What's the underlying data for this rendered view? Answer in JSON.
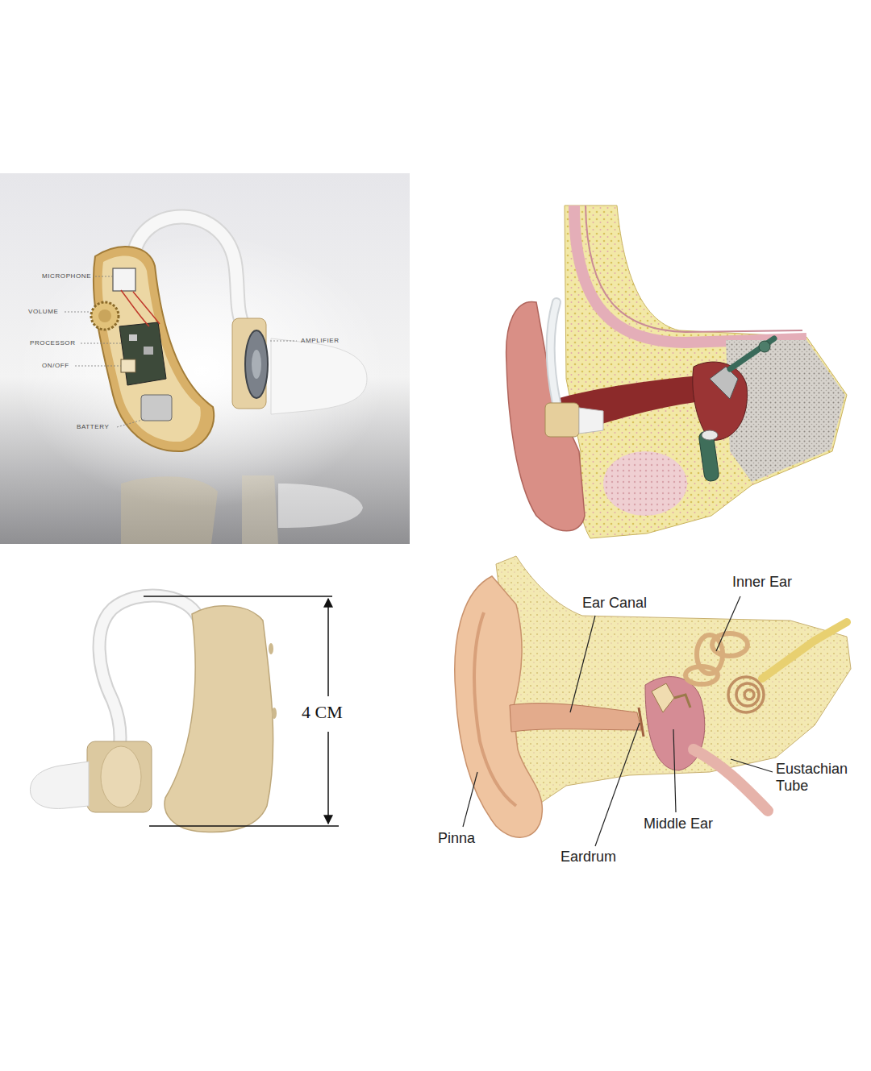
{
  "diagram": {
    "labels": [
      "MICROPHONE",
      "VOLUME",
      "PROCESSOR",
      "ON/OFF",
      "AMPLIFIER",
      "BATTERY",
      "4 CM",
      "Inner Ear",
      "Ear Canal",
      "Eustachian Tube",
      "Middle Ear",
      "Pinna",
      "Eardrum"
    ]
  }
}
